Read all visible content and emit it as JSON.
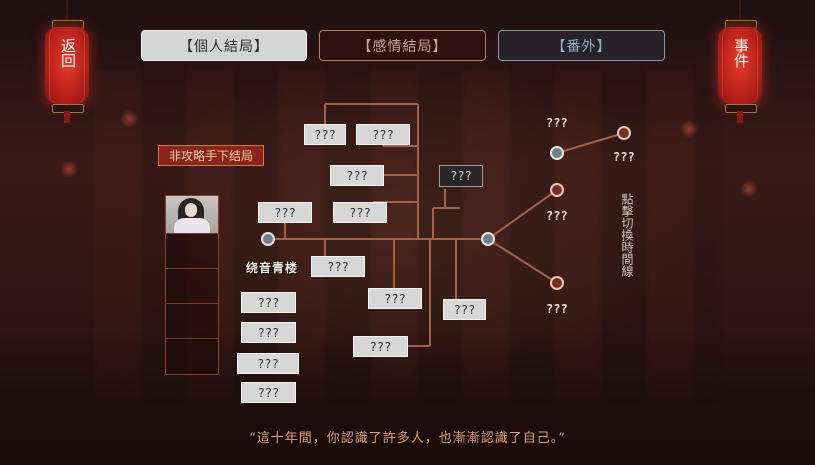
{
  "left_lantern": {
    "label": "返回",
    "icon": "lantern-icon"
  },
  "right_lantern": {
    "label": "事件",
    "icon": "lantern-icon"
  },
  "tabs": [
    {
      "label": "【個人結局】"
    },
    {
      "label": "【感情結局】"
    },
    {
      "label": "【番外】"
    }
  ],
  "route_label": "非攻略手下结局",
  "tower_label": "绕音青楼",
  "unknown": "???",
  "hint_text": "點擊切換時間線",
  "quote": "“這十年間，你認識了許多人，也漸漸認識了自己。”",
  "colors": {
    "line": "#a2624a",
    "accent_red": "#8a241c",
    "quote": "#d9a07a"
  }
}
